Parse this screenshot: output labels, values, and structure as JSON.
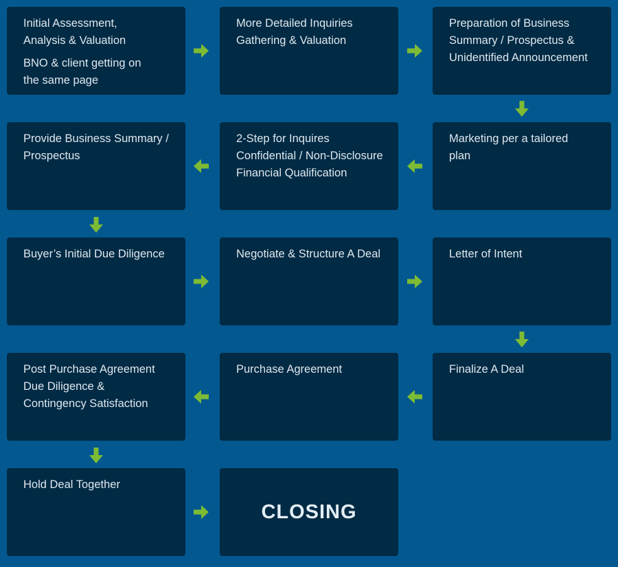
{
  "steps": {
    "initial_assessment": {
      "lines": [
        "Initial Assessment,",
        "Analysis & Valuation"
      ],
      "extra": [
        "BNO & client getting on",
        "the same page"
      ]
    },
    "detailed_inquiries": {
      "lines": [
        "More Detailed Inquiries",
        "Gathering & Valuation"
      ]
    },
    "preparation": {
      "lines": [
        "Preparation of Business",
        "Summary / Prospectus &",
        "Unidentified Announcement"
      ]
    },
    "marketing": {
      "lines": [
        "Marketing per a tailored",
        "plan"
      ]
    },
    "two_step": {
      "lines": [
        "2-Step for Inquires",
        "Confidential / Non-Disclosure",
        "Financial Qualification"
      ]
    },
    "provide_summary": {
      "lines": [
        "Provide Business Summary /",
        "Prospectus"
      ]
    },
    "buyer_due_diligence": {
      "lines": [
        "Buyer’s Initial Due Diligence"
      ]
    },
    "negotiate": {
      "lines": [
        "Negotiate & Structure A Deal"
      ]
    },
    "letter_of_intent": {
      "lines": [
        "Letter of Intent"
      ]
    },
    "finalize_deal": {
      "lines": [
        "Finalize A Deal"
      ]
    },
    "purchase_agreement": {
      "lines": [
        "Purchase Agreement"
      ]
    },
    "post_purchase": {
      "lines": [
        "Post Purchase Agreement",
        "Due Diligence &",
        "Contingency Satisfaction"
      ]
    },
    "hold_deal": {
      "lines": [
        "Hold Deal Together"
      ]
    },
    "closing": {
      "label": "CLOSING"
    }
  },
  "colors": {
    "background": "#03588f",
    "box": "#012a44",
    "text": "#dfe8ef",
    "arrow": "#7dbb35"
  }
}
